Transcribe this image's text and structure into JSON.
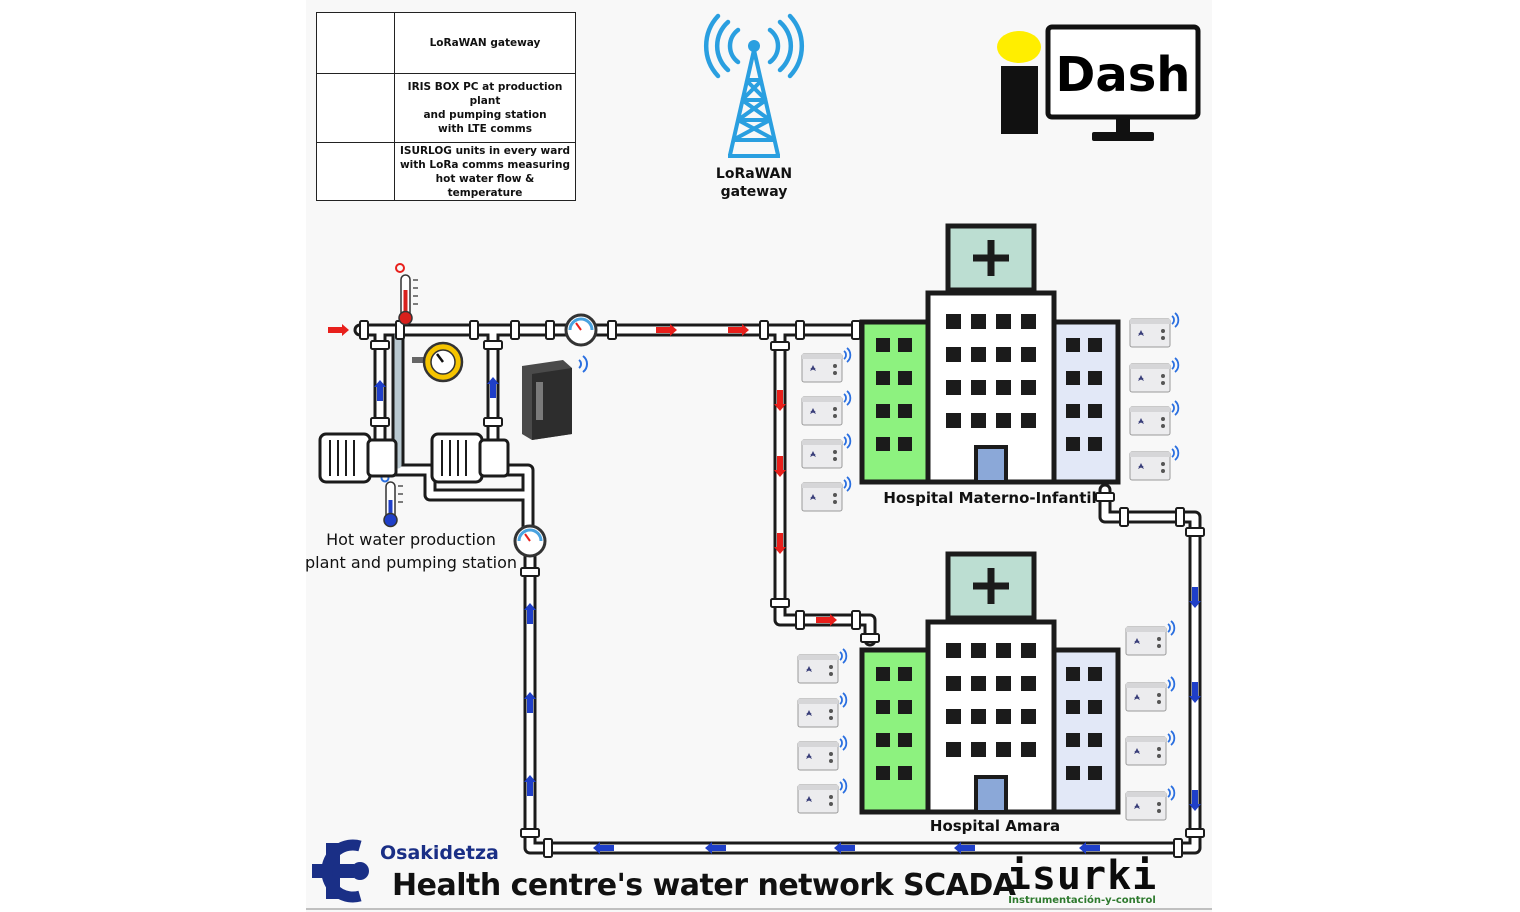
{
  "legend": {
    "rows": [
      {
        "icon": "lorawan-gateway-icon",
        "text": "LoRaWAN gateway"
      },
      {
        "icon": "iris-box-pc-icon",
        "text": "IRIS BOX PC at production plant\nand pumping station\nwith LTE comms"
      },
      {
        "icon": "isurlog-unit-icon",
        "text": "ISURLOG units in every ward\nwith LoRa comms measuring\nhot water flow & temperature"
      }
    ]
  },
  "gateway": {
    "label": "LoRaWAN\ngateway"
  },
  "dashboard": {
    "logo_text": "Dash"
  },
  "plant": {
    "label": "Hot water production\nplant and pumping station"
  },
  "hospitals": [
    {
      "name": "Hospital Materno-Infantil"
    },
    {
      "name": "Hospital Amara"
    }
  ],
  "footer": {
    "org_name": "Osakidetza",
    "title": "Health centre's water network SCADA",
    "brand": "isurki",
    "brand_tagline": "Instrumentación-y-control"
  },
  "colors": {
    "pipe_outline": "#1b1b1b",
    "pipe_fill": "#ffffff",
    "hot_flow_arrow": "#e8201c",
    "cold_flow_arrow": "#1f3fc8",
    "gateway_blue": "#2a9fe0",
    "building_green": "#8df27f",
    "building_light": "#e2e8f7",
    "building_teal": "#bcded2",
    "osakidetza_blue": "#1a2f86",
    "isurki_green": "#2e7a2e",
    "dash_yellow": "#ffee00"
  }
}
